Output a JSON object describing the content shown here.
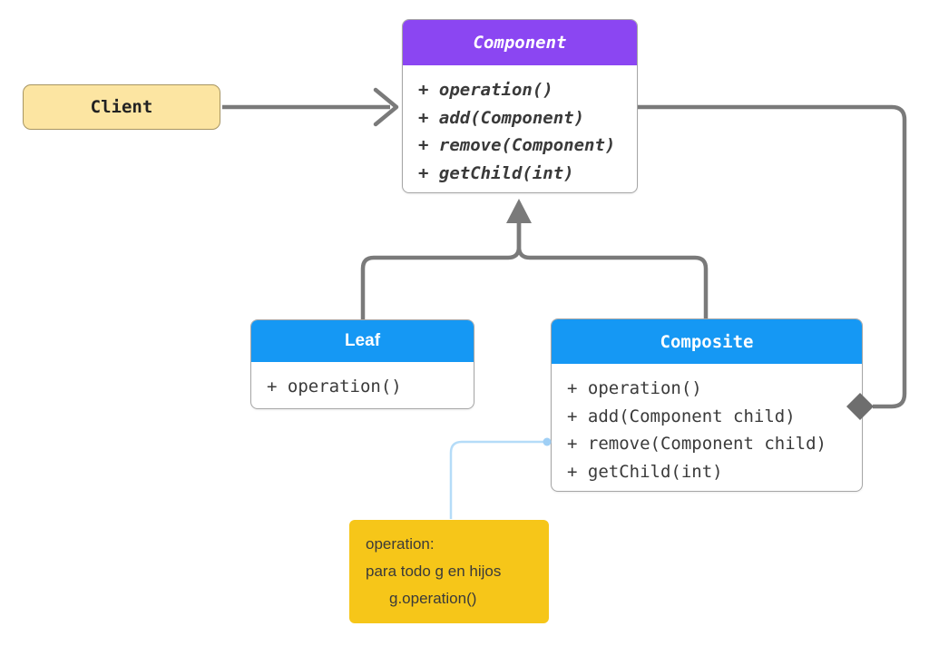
{
  "diagram": {
    "client": {
      "label": "Client"
    },
    "component": {
      "title": "Component",
      "methods": [
        "+ operation()",
        "+ add(Component)",
        "+ remove(Component)",
        "+ getChild(int)"
      ]
    },
    "leaf": {
      "title": "Leaf",
      "methods": [
        "+ operation()"
      ]
    },
    "composite": {
      "title": "Composite",
      "methods": [
        "+ operation()",
        "+ add(Component child)",
        "+ remove(Component child)",
        "+ getChild(int)"
      ]
    },
    "note": {
      "lines": [
        "operation:",
        "para todo g en hijos",
        "g.operation()"
      ]
    },
    "colors": {
      "purple": "#8b46f2",
      "blue": "#1598f4",
      "client_fill": "#fce5a2",
      "client_border": "#a79562",
      "note_fill": "#f6c619",
      "line_gray": "#7a7a7a",
      "diamond_gray": "#6e6e6e",
      "note_line": "#b5dcf8",
      "note_dot": "#9fcff5",
      "box_border": "#a6a6a6",
      "text_dark": "#3a3a3a"
    }
  }
}
